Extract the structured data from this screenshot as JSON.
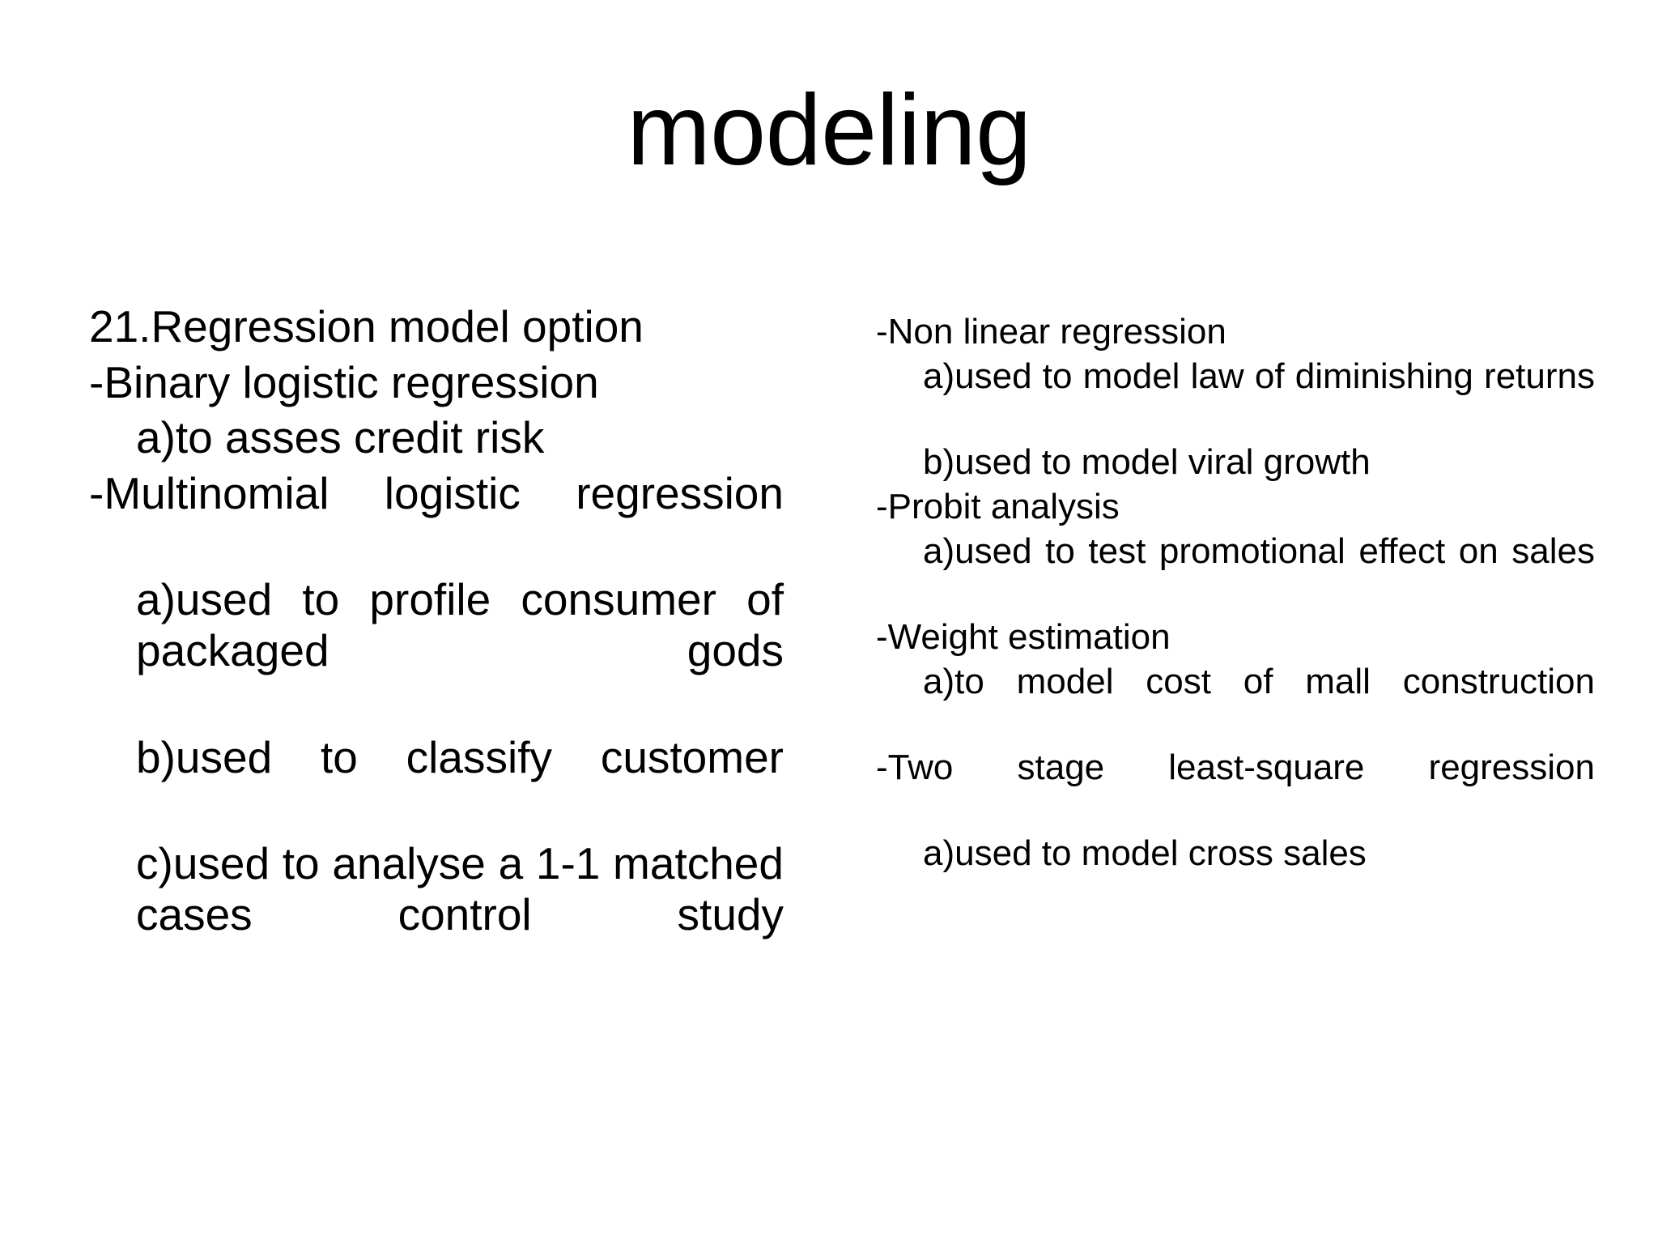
{
  "slide": {
    "title": "modeling",
    "background_color": "#ffffff",
    "text_color": "#000000",
    "left_column": [
      {
        "level": 1,
        "text": "21.Regression model option",
        "justify": false
      },
      {
        "level": 1,
        "text": "-Binary logistic regression",
        "justify": false
      },
      {
        "level": 2,
        "text": "a)to asses credit risk",
        "justify": false
      },
      {
        "level": 1,
        "text": "-Multinomial logistic regression",
        "justify": true
      },
      {
        "level": 2,
        "text": "a)used to profile consumer of packaged gods",
        "justify": true
      },
      {
        "level": 2,
        "text": "b)used to classify customer",
        "justify": true
      },
      {
        "level": 2,
        "text": "c)used to analyse a 1-1 matched cases control study",
        "justify": true
      }
    ],
    "right_column": [
      {
        "level": 1,
        "text": "-Non linear regression",
        "justify": false
      },
      {
        "level": 2,
        "text": "a)used to model law of diminishing returns",
        "justify": true
      },
      {
        "level": 2,
        "text": "b)used to model viral growth",
        "justify": false
      },
      {
        "level": 1,
        "text": "-Probit analysis",
        "justify": false
      },
      {
        "level": 2,
        "text": "a)used to test promotional effect on sales",
        "justify": true
      },
      {
        "level": 1,
        "text": "-Weight estimation",
        "justify": false
      },
      {
        "level": 2,
        "text": "a)to model cost of mall construction",
        "justify": true
      },
      {
        "level": 1,
        "text": "-Two stage least-square regression",
        "justify": true
      },
      {
        "level": 2,
        "text": "a)used to model cross sales",
        "justify": false
      }
    ]
  }
}
